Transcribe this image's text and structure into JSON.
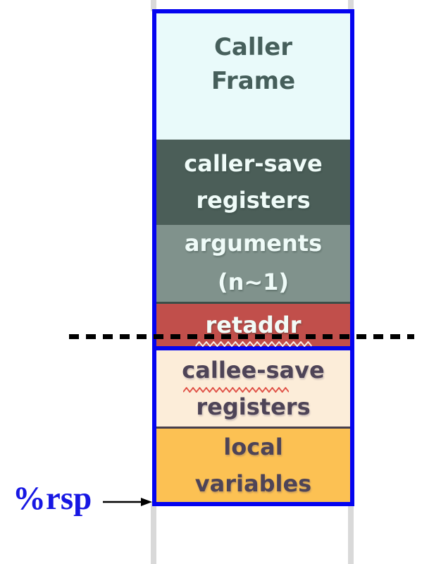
{
  "stack": {
    "border_color": "#0404f0",
    "sections": [
      {
        "name": "caller-frame",
        "lines": [
          "Caller",
          "Frame"
        ],
        "bg": "#e9fafa",
        "fg": "#465f5b"
      },
      {
        "name": "caller-save-registers",
        "lines": [
          "caller-save",
          "registers"
        ],
        "bg": "#4b5e58",
        "fg": "#effbf8"
      },
      {
        "name": "arguments",
        "lines": [
          "arguments",
          "(n~1)"
        ],
        "bg": "#80928c",
        "fg": "#effbf8"
      },
      {
        "name": "retaddr",
        "lines": [
          "retaddr"
        ],
        "bg": "#c14f4b",
        "fg": "#f2fbf7",
        "squiggle_color": "#f7ece3"
      },
      {
        "name": "callee-save-registers",
        "lines": [
          "callee-save",
          "registers"
        ],
        "bg": "#fcedd9",
        "fg": "#4e4457",
        "squiggle_color": "#e05348"
      },
      {
        "name": "local-variables",
        "lines": [
          "local",
          "variables"
        ],
        "bg": "#fcc153",
        "fg": "#4e4457"
      }
    ],
    "frame_boundary_color": "#000000",
    "guide_color": "#d9d9d9"
  },
  "annotations": {
    "rsp": {
      "label": "%rsp",
      "color": "#1717e3"
    },
    "arrow_color": "#000000"
  }
}
